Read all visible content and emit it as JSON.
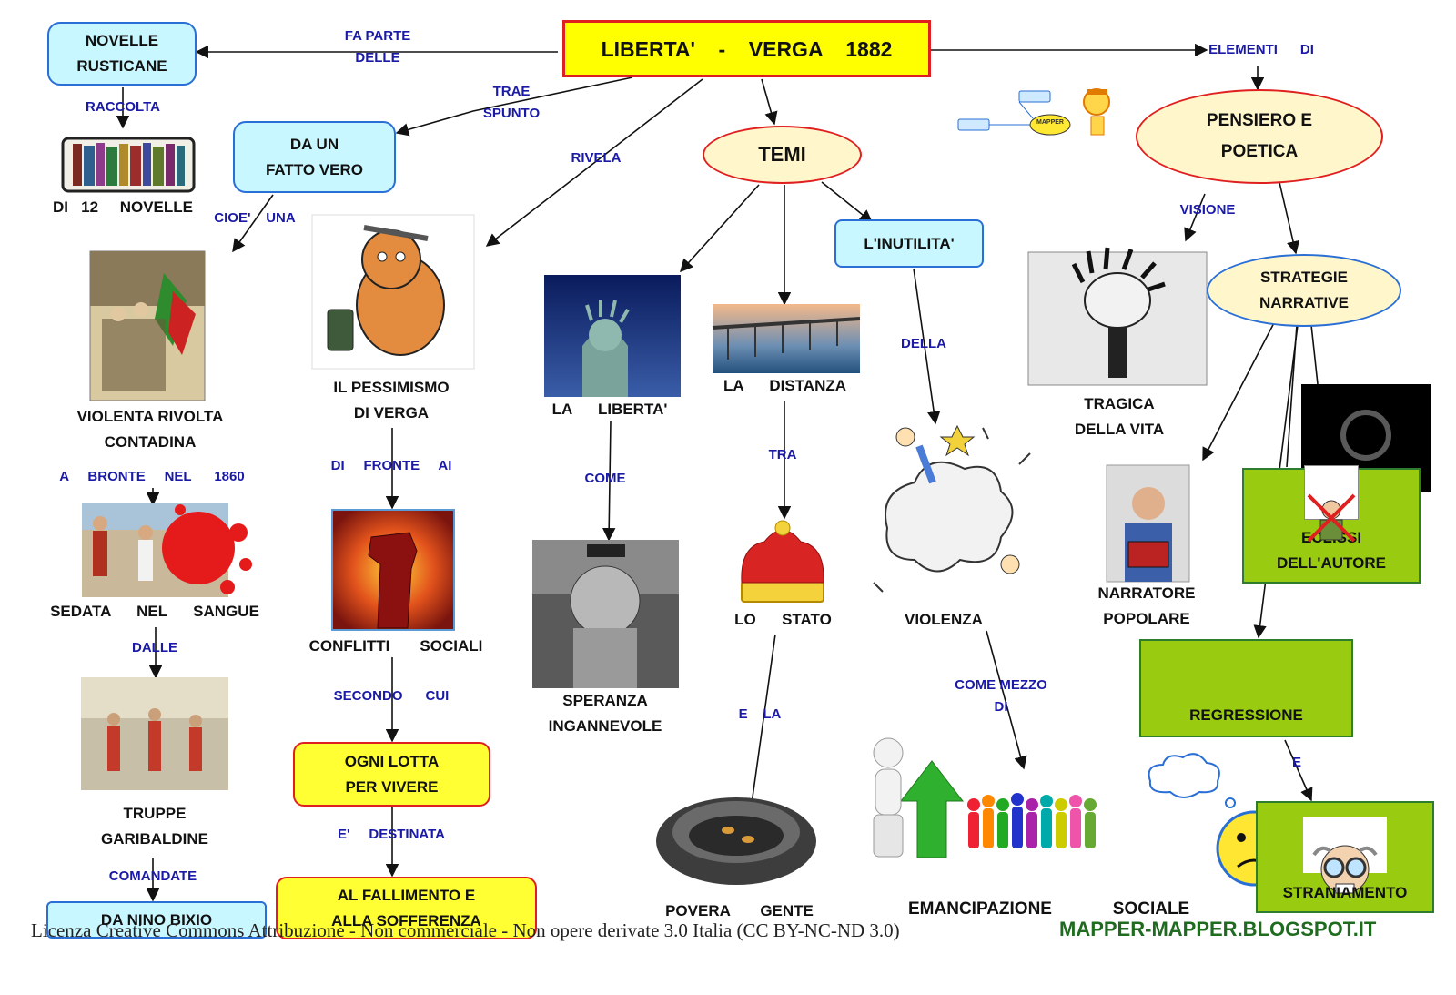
{
  "colors": {
    "yellow": "#ffff00",
    "red_border": "#e02020",
    "cyan": "#c9f7ff",
    "blue_border": "#2a6fd6",
    "cream": "#fff6cc",
    "green": "#99cc11",
    "green_border": "#2e7d2e",
    "arrow": "#111111",
    "link": "#1a1aa6"
  },
  "nodes": {
    "title": "LIBERTA'    -    VERGA    1882",
    "novelle": "NOVELLE\nRUSTICANE",
    "fatto": "DA   UN\nFATTO     VERO",
    "temi": "TEMI",
    "inutilita": "L'INUTILITA'",
    "pensiero": "PENSIERO     E\nPOETICA",
    "strategie": "STRATEGIE\nNARRATIVE",
    "ogni_lotta": "OGNI     LOTTA\nPER     VIVERE",
    "fallimento": "AL     FALLIMENTO     E\nALLA     SOFFERENZA",
    "bixio": "DA    NINO    BIXIO",
    "eclissi": "ECLISSI\nDELL'AUTORE",
    "regressione": "REGRESSIONE",
    "straniamento": "STRANIAMENTO"
  },
  "captions": {
    "dodici": "DI   12     NOVELLE",
    "rivolta": "VIOLENTA       RIVOLTA\nCONTADINA",
    "sedata": "SEDATA      NEL      SANGUE",
    "truppe": "TRUPPE\nGARIBALDINE",
    "pessimismo": "IL       PESSIMISMO\nDI     VERGA",
    "conflitti": "CONFLITTI       SOCIALI",
    "liberta": "LA      LIBERTA'",
    "speranza": "SPERANZA\nINGANNEVOLE",
    "distanza": "LA      DISTANZA",
    "stato": "LO      STATO",
    "povera": "POVERA       GENTE",
    "violenza": "VIOLENZA",
    "emancipazione": "EMANCIPAZIONE",
    "sociale": "SOCIALE",
    "tragica": "TRAGICA\nDELLA      VITA",
    "narratore": "NARRATORE\nPOPOLARE"
  },
  "links": {
    "fa_parte": "FA      PARTE\nDELLE",
    "raccolta": "RACCOLTA",
    "trae": "TRAE\nSPUNTO",
    "cioe": "CIOE'    UNA",
    "rivela": "RIVELA",
    "elementi": "ELEMENTI      DI",
    "a_bronte": "A     BRONTE     NEL      1860",
    "dalle": "DALLE",
    "comandate": "COMANDATE",
    "di_fronte": "DI     FRONTE     AI",
    "secondo": "SECONDO      CUI",
    "destinata": "E'     DESTINATA",
    "come": "COME",
    "tra": "TRA",
    "e_la": "E    LA",
    "della": "DELLA",
    "come_mezzo": "COME           MEZZO\nDI",
    "visione": "VISIONE",
    "e": "E"
  },
  "logo": {
    "text": "MAPPER"
  },
  "footer": {
    "license": "Licenza Creative Commons Attribuzione - Non commerciale - Non opere derivate 3.0 Italia (CC BY-NC-ND 3.0)",
    "blog": "MAPPER-MAPPER.BLOGSPOT.IT"
  }
}
